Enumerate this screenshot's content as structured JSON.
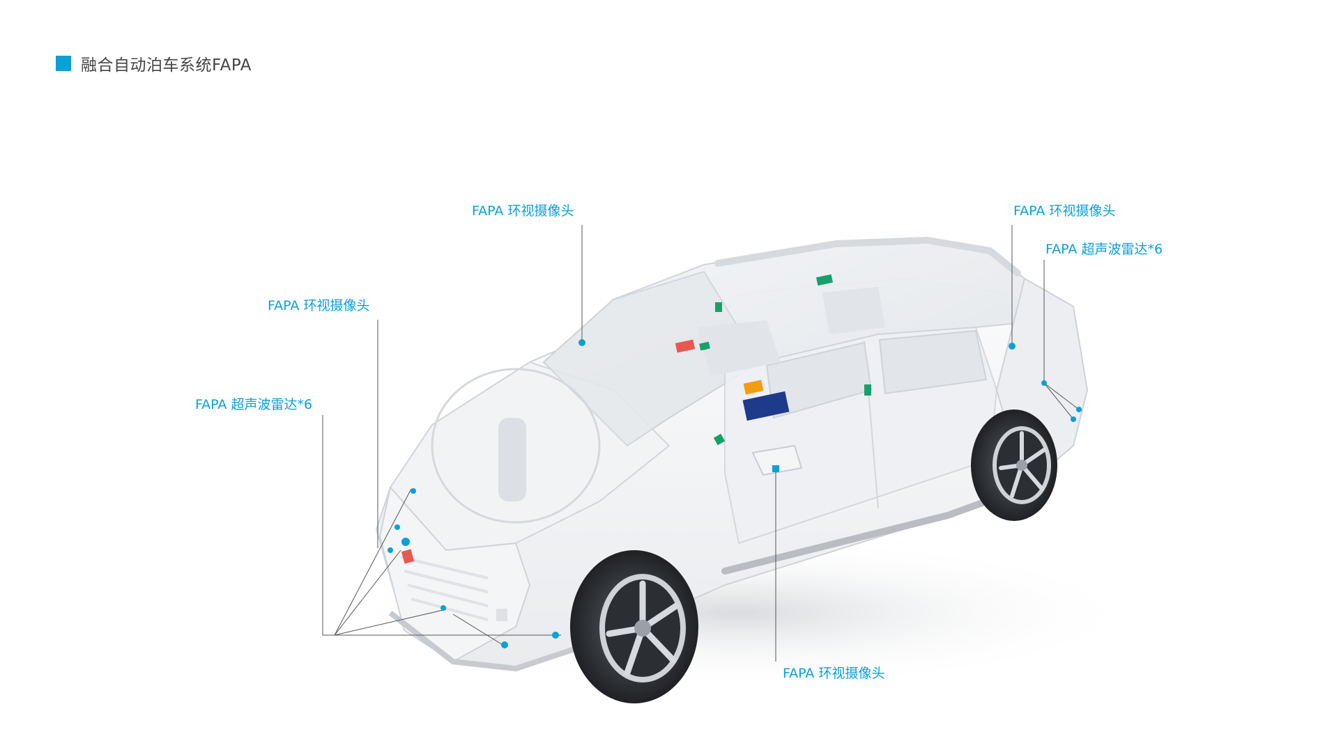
{
  "header": {
    "title": "融合自动泊车系统FAPA"
  },
  "colors": {
    "accent": "#0aa0d8",
    "title_text": "#444444",
    "leader_line": "#555555"
  },
  "callouts": [
    {
      "id": "front-top-camera",
      "text": "FAPA 环视摄像头"
    },
    {
      "id": "front-camera",
      "text": "FAPA 环视摄像头"
    },
    {
      "id": "front-ultrasonic",
      "text": "FAPA 超声波雷达*6"
    },
    {
      "id": "rear-camera",
      "text": "FAPA 环视摄像头"
    },
    {
      "id": "rear-ultrasonic",
      "text": "FAPA 超声波雷达*6"
    },
    {
      "id": "side-mirror-camera",
      "text": "FAPA 环视摄像头"
    }
  ]
}
